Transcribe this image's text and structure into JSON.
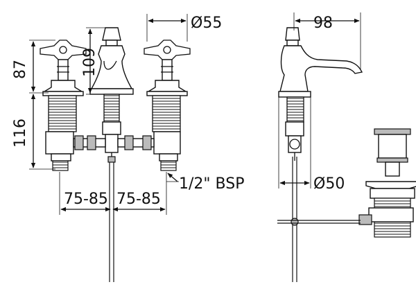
{
  "dimensions": {
    "height_upper": "87",
    "height_lower": "116",
    "spout_height": "109",
    "spout_diameter": "Ø55",
    "spout_projection": "98",
    "base_diameter": "Ø50",
    "centres_left": "75-85",
    "centres_right": "75-85",
    "connection": "1/2\" BSP"
  }
}
